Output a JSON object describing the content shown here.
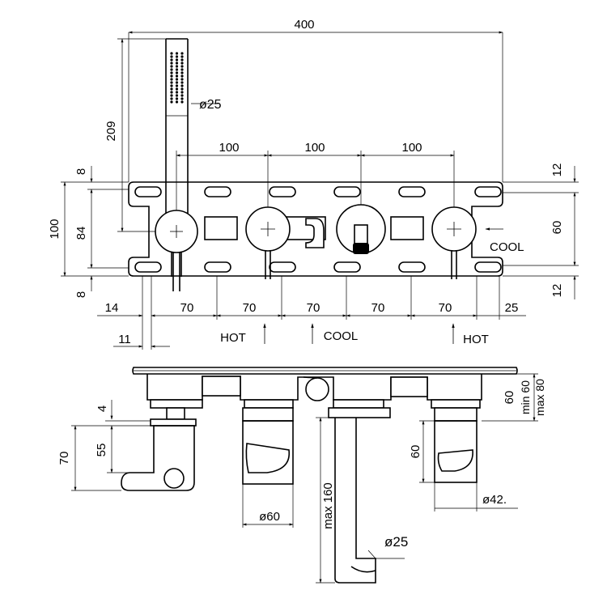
{
  "title": "",
  "top_view": {
    "overall_width": "400",
    "hand_shower_height": "209",
    "hand_shower_diameter": "ø25",
    "handle_spacings": [
      "100",
      "100",
      "100"
    ],
    "plate_height": "100",
    "inner_height": "84",
    "edge_top": "8",
    "edge_bottom": "8",
    "right_edge_top": "12",
    "right_middle": "60",
    "right_edge_bottom": "12",
    "bottom_spacings": [
      "14",
      "70",
      "70",
      "70",
      "70",
      "70",
      "25"
    ],
    "offset_small": "11",
    "cool_side_label": "COOL",
    "inlet_labels": [
      "HOT",
      "COOL",
      "HOT"
    ]
  },
  "side_view": {
    "recess_depth_1": "60",
    "recess_min": "min 60",
    "recess_max": "max 80",
    "diverter_lip": "4",
    "diverter_height": "70",
    "diverter_body": "55",
    "handle_diameter": "ø60",
    "spout_length": "max 160",
    "spout_diameter": "ø25",
    "handle_depth": "60",
    "rosette_diameter": "ø42."
  },
  "icons": [
    "arrow-up-icon",
    "arrow-left-icon",
    "sprayer-holes-icon",
    "crosshair-icon"
  ]
}
